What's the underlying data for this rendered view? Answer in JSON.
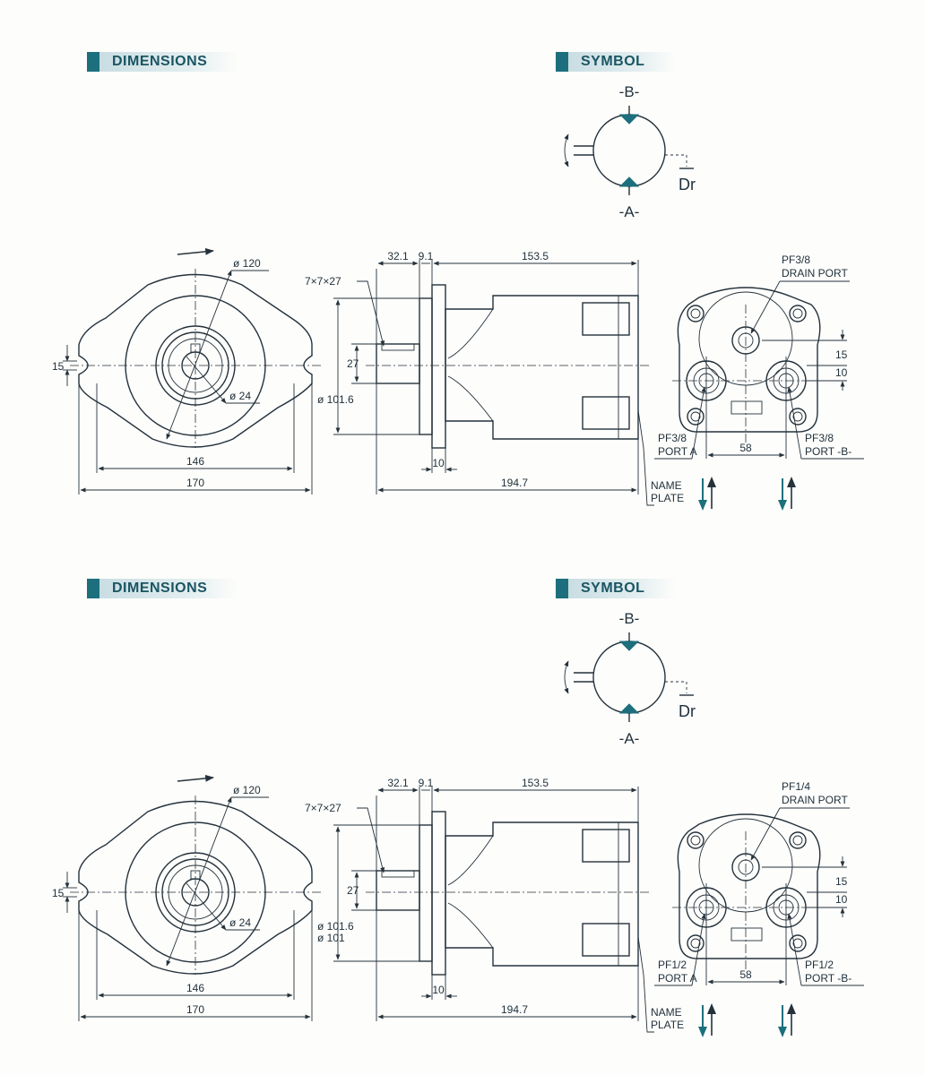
{
  "sections": [
    {
      "dimensions_title": "DIMENSIONS",
      "symbol_title": "SYMBOL",
      "symbol": {
        "b": "-B-",
        "a": "-A-",
        "dr": "Dr"
      },
      "front": {
        "phi120": "ø 120",
        "phi24": "ø 24",
        "d15": "15",
        "d146": "146",
        "d170": "170"
      },
      "side": {
        "d32_1": "32.1",
        "d9_1": "9.1",
        "d153_5": "153.5",
        "key": "7×7×27",
        "d27": "27",
        "phi101_6": "ø 101.6",
        "phi101": "",
        "d10": "10",
        "d194_7": "194.7"
      },
      "rear": {
        "drain_size": "PF3/8",
        "drain_label": "DRAIN PORT",
        "d15": "15",
        "d10": "10",
        "d58": "58",
        "port_a_size": "PF3/8",
        "port_a_label": "PORT A",
        "port_b_size": "PF3/8",
        "port_b_label": "PORT -B-",
        "name_plate_1": "NAME",
        "name_plate_2": "PLATE"
      }
    },
    {
      "dimensions_title": "DIMENSIONS",
      "symbol_title": "SYMBOL",
      "symbol": {
        "b": "-B-",
        "a": "-A-",
        "dr": "Dr"
      },
      "front": {
        "phi120": "ø 120",
        "phi24": "ø 24",
        "d15": "15",
        "d146": "146",
        "d170": "170"
      },
      "side": {
        "d32_1": "32.1",
        "d9_1": "9.1",
        "d153_5": "153.5",
        "key": "7×7×27",
        "d27": "27",
        "phi101_6": "ø 101.6",
        "phi101": "ø 101",
        "d10": "10",
        "d194_7": "194.7"
      },
      "rear": {
        "drain_size": "PF1/4",
        "drain_label": "DRAIN PORT",
        "d15": "15",
        "d10": "10",
        "d58": "58",
        "port_a_size": "PF1/2",
        "port_a_label": "PORT A",
        "port_b_size": "PF1/2",
        "port_b_label": "PORT -B-",
        "name_plate_1": "NAME",
        "name_plate_2": "PLATE"
      }
    }
  ],
  "colors": {
    "accent": "#1d6f7d",
    "line": "#25323c"
  }
}
